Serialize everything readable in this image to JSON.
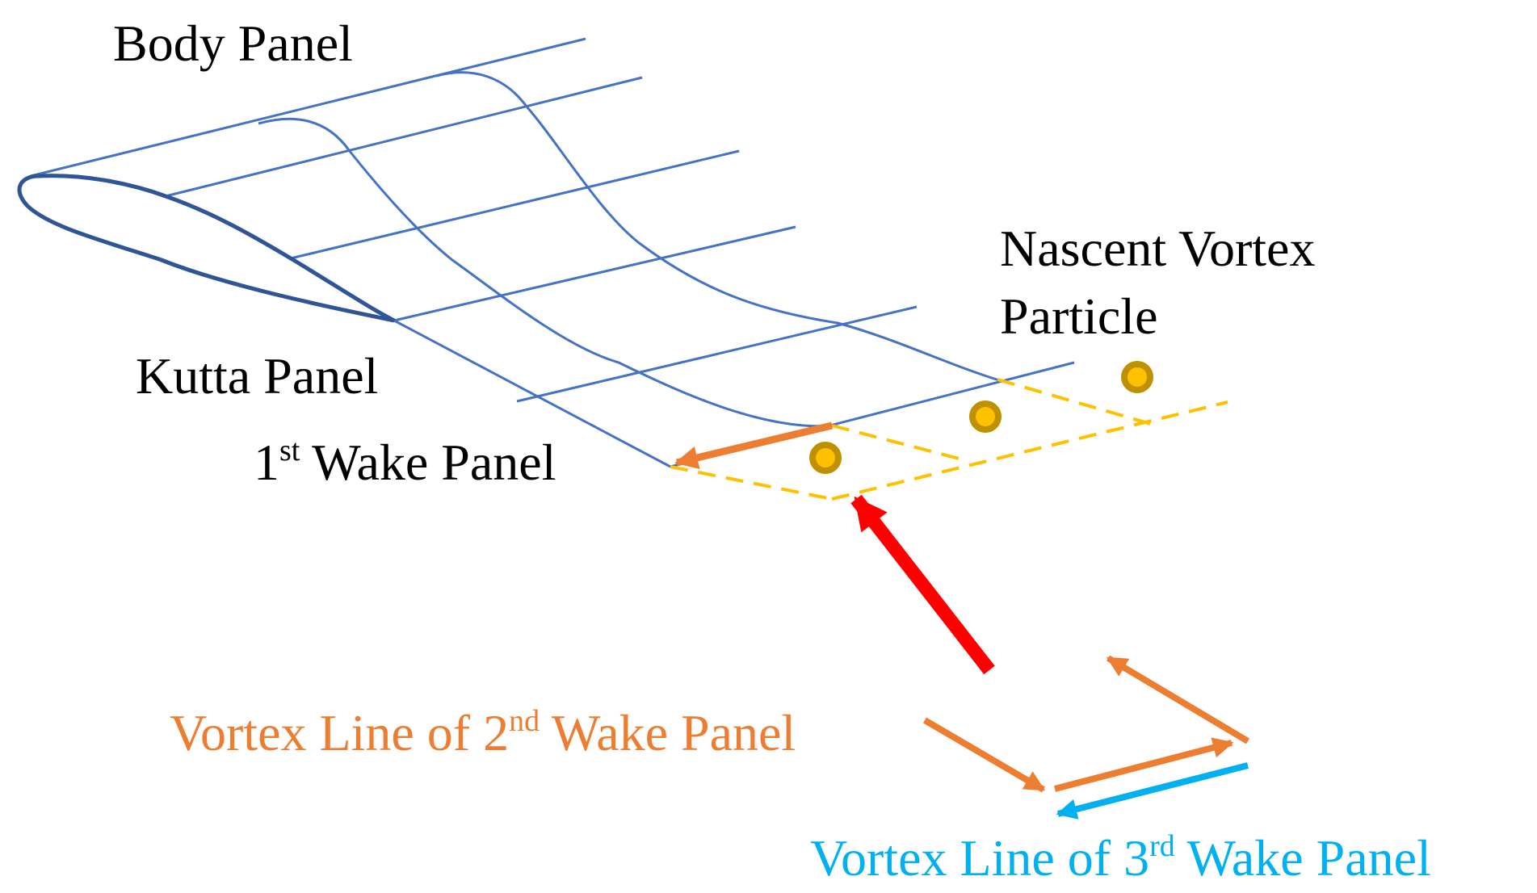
{
  "labels": {
    "body_panel": "Body Panel",
    "nascent_line1": "Nascent Vortex",
    "nascent_line2": "Particle",
    "kutta_panel": "Kutta Panel",
    "first_wake": {
      "num": "1",
      "sup": "st",
      "rest": "Wake Panel"
    },
    "second_wake": {
      "pre": "Vortex Line of 2",
      "sup": "nd",
      "rest": "Wake Panel"
    },
    "third_wake": {
      "pre": "Vortex Line of 3",
      "sup": "rd",
      "rest": "Wake Panel"
    }
  },
  "colors": {
    "mesh": "#4472c4",
    "airfoil": "#2f5597",
    "wake_dashed": "#ffc000",
    "particle_ring": "#bf9000",
    "particle_core": "#ffc000",
    "second_wake": "#ed7d31",
    "third_wake": "#00b0f0",
    "pointer": "#ff0000"
  }
}
